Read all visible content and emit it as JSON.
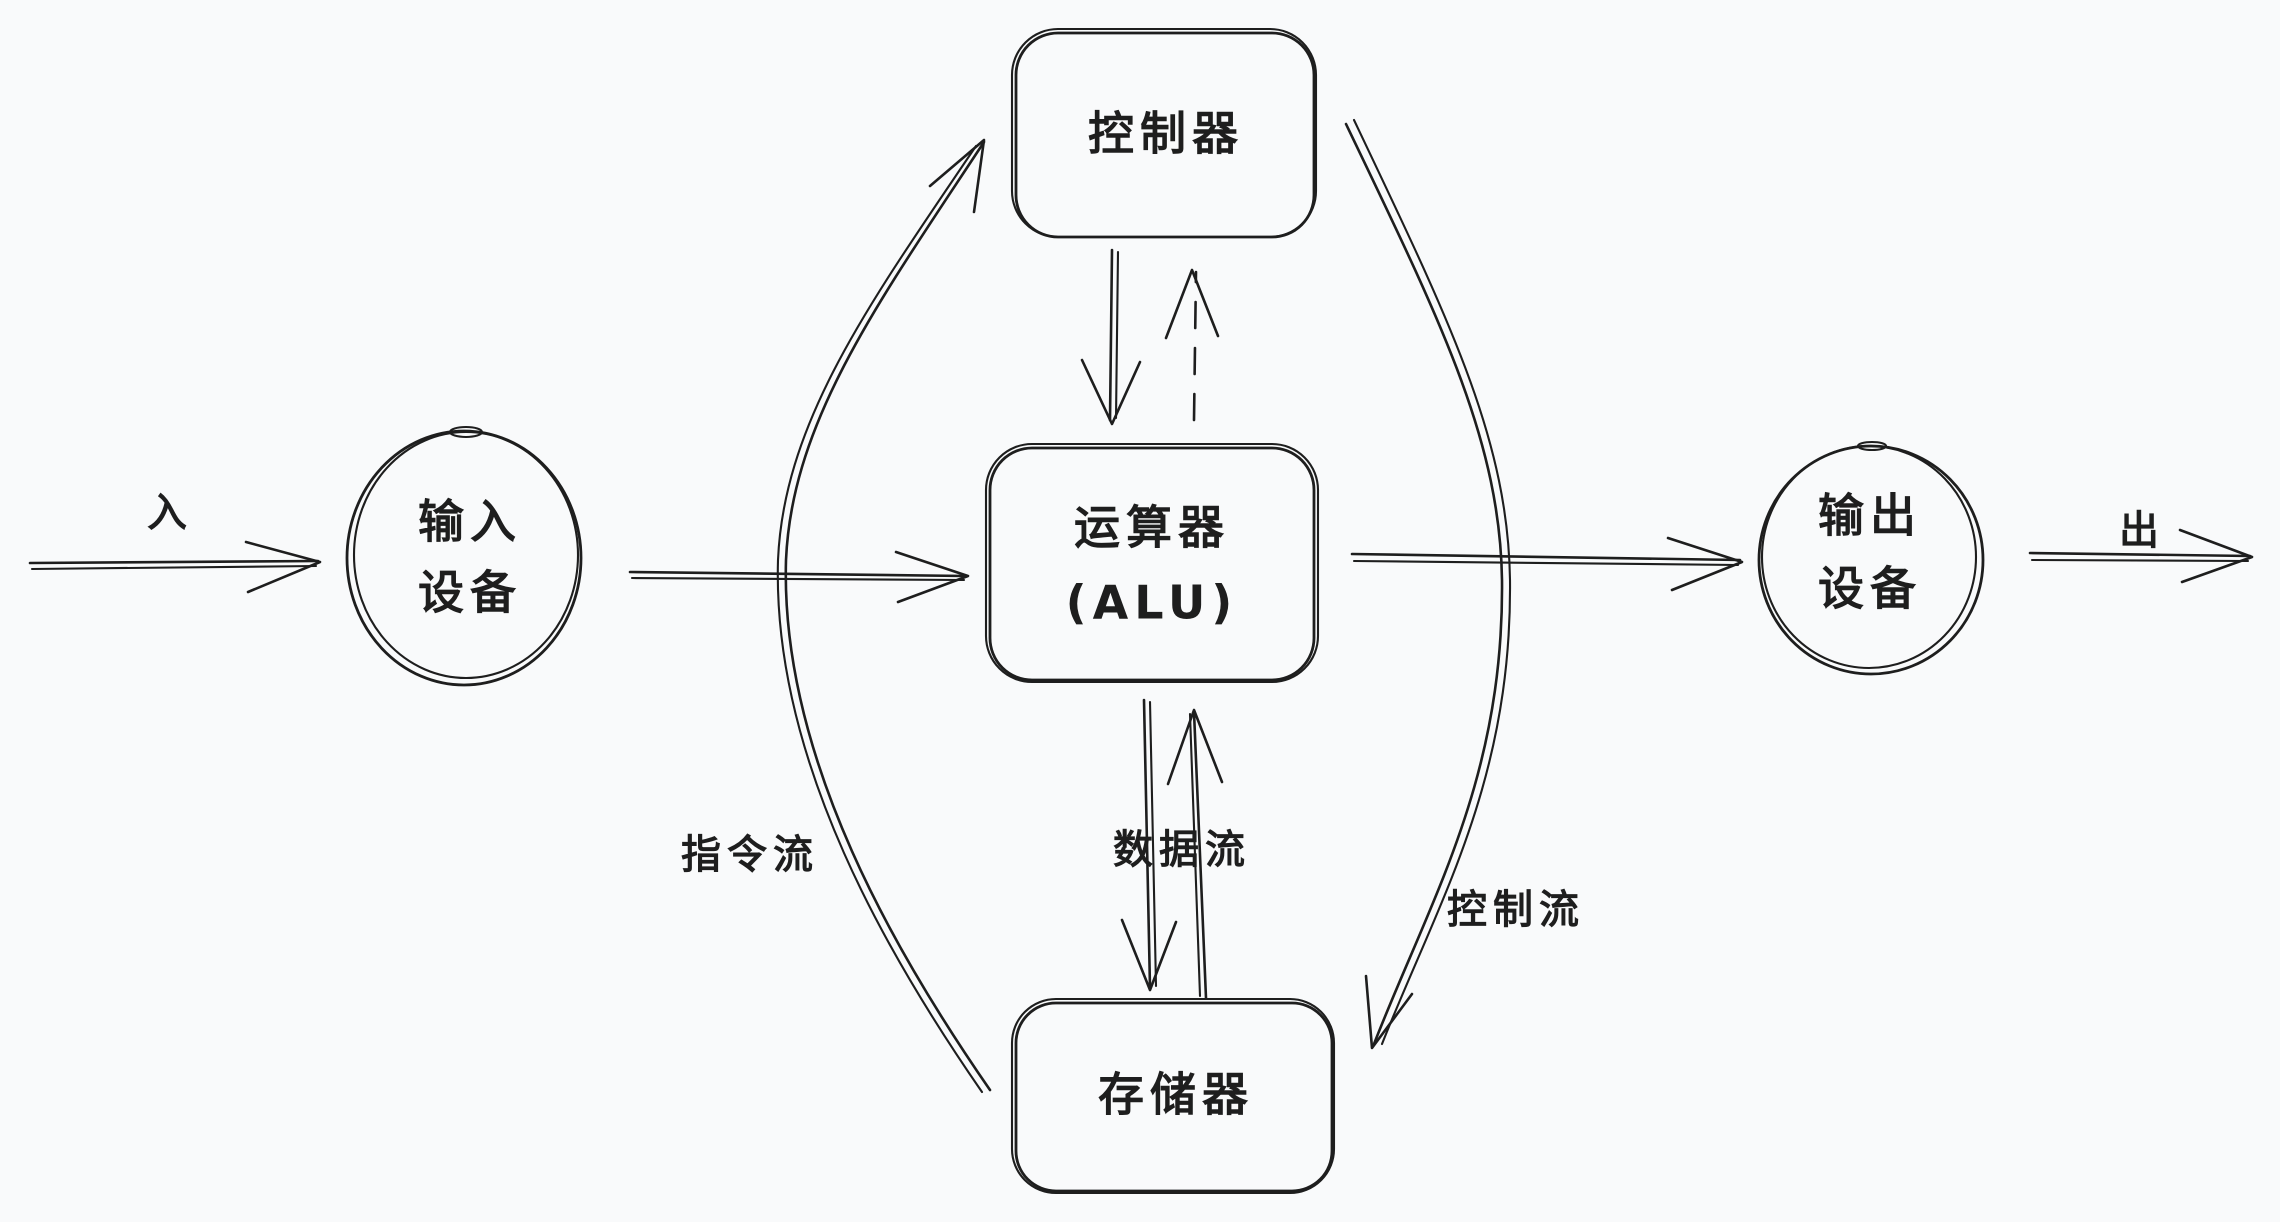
{
  "nodes": {
    "controller": {
      "label": "控制器"
    },
    "alu": {
      "label_line1": "运算器",
      "label_line2": "(ALU)"
    },
    "memory": {
      "label": "存储器"
    },
    "input_device": {
      "label_line1": "输入",
      "label_line2": "设备"
    },
    "output_device": {
      "label_line1": "输出",
      "label_line2": "设备"
    }
  },
  "edge_labels": {
    "input": "入",
    "output": "出",
    "instruction_flow": "指令流",
    "data_flow": "数据流",
    "control_flow": "控制流"
  },
  "colors": {
    "stroke": "#1e1e1e",
    "background": "#f9fafb"
  }
}
